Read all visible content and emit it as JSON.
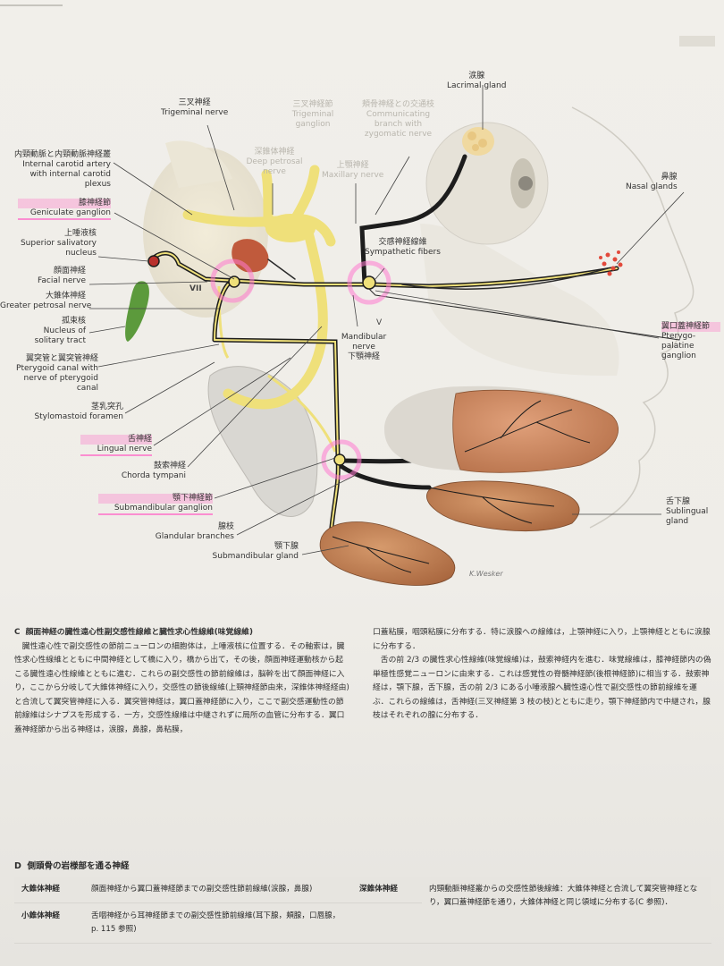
{
  "figure": {
    "labels": {
      "lacrimal_gland": {
        "jp": "涙腺",
        "en": "Lacrimal gland"
      },
      "trigeminal_nerve": {
        "jp": "三叉神経",
        "en": "Trigeminal nerve"
      },
      "trigeminal_ganglion": {
        "jp": "三叉神経節",
        "en": "Trigeminal ganglion"
      },
      "communicating_branch": {
        "jp": "頬骨神経との交通枝",
        "en": "Communicating branch with zygomatic nerve"
      },
      "internal_carotid": {
        "jp": "内頸動脈と内頸動脈神経叢",
        "en": "Internal carotid artery with internal carotid plexus"
      },
      "deep_petrosal": {
        "jp": "深錐体神経",
        "en": "Deep petrosal nerve"
      },
      "maxillary_nerve": {
        "jp": "上顎神経",
        "en": "Maxillary nerve"
      },
      "nasal_glands": {
        "jp": "鼻腺",
        "en": "Nasal glands"
      },
      "geniculate_ganglion": {
        "jp": "膝神経節",
        "en": "Geniculate ganglion"
      },
      "superior_salivatory": {
        "jp": "上唾液核",
        "en": "Superior salivatory nucleus"
      },
      "sympathetic_fibers": {
        "jp": "交感神経線維",
        "en": "Sympathetic fibers"
      },
      "facial_nerve": {
        "jp": "顔面神経",
        "en": "Facial nerve"
      },
      "greater_petrosal": {
        "jp": "大錐体神経",
        "en": "Greater petrosal nerve"
      },
      "solitary_tract": {
        "jp": "孤束核",
        "en": "Nucleus of solitary tract"
      },
      "pterygoid_canal": {
        "jp": "翼突管と翼突管神経",
        "en": "Pterygoid canal with nerve of pterygoid canal"
      },
      "mandibular_nerve": {
        "jp": "下顎神経",
        "en": "Mandibular nerve"
      },
      "pterygopalatine_ganglion": {
        "jp": "翼口蓋神経節",
        "en": "Pterygo-palatine ganglion"
      },
      "stylomastoid_foramen": {
        "jp": "茎乳突孔",
        "en": "Stylomastoid foramen"
      },
      "lingual_nerve": {
        "jp": "舌神経",
        "en": "Lingual nerve"
      },
      "chorda_tympani": {
        "jp": "鼓索神経",
        "en": "Chorda tympani"
      },
      "submandibular_ganglion": {
        "jp": "顎下神経節",
        "en": "Submandibular ganglion"
      },
      "glandular_branches": {
        "jp": "腺枝",
        "en": "Glandular branches"
      },
      "submandibular_gland": {
        "jp": "顎下腺",
        "en": "Submandibular gland"
      },
      "sublingual_gland": {
        "jp": "舌下腺",
        "en": "Sublingual gland"
      },
      "roman_vii": "VII",
      "roman_v": "V",
      "signature": "K.Wesker"
    }
  },
  "caption": {
    "label": "C",
    "title": "顔面神経の臓性遠心性副交感性線維と臓性求心性線維(味覚線維)",
    "left_para": "臓性遠心性で副交感性の節前ニューロンの細胞体は，上唾液核に位置する．その軸索は，臓性求心性線維とともに中間神経として橋に入り，橋から出て，その後，顔面神経運動核から起こる臓性遠心性線維とともに進む．これらの副交感性の節前線維は，脳幹を出て顔面神経に入り，ここから分岐して大錐体神経に入り，交感性の節後線維(上頸神経節由来，深錐体神経経由)と合流して翼突管神経に入る．翼突管神経は，翼口蓋神経節に入り，ここで副交感運動性の節前線維はシナプスを形成する．一方，交感性線維は中継されずに局所の血管に分布する．翼口蓋神経節から出る神経は，涙腺，鼻腺，鼻粘膜，",
    "right_para1": "口蓋粘膜，咽頭粘膜に分布する．特に涙腺への線維は，上顎神経に入り，上顎神経とともに涙腺に分布する．",
    "right_para2": "舌の前 2/3 の臓性求心性線維(味覚線維)は，鼓索神経内を進む．味覚線維は，膝神経節内の偽単極性感覚ニューロンに由来する．これは感覚性の脊髄神経節(後根神経節)に相当する．鼓索神経は，顎下腺，舌下腺，舌の前 2/3 にある小唾液腺へ臓性遠心性で副交感性の節前線維を運ぶ．これらの線維は，舌神経(三叉神経第 3 枝の枝)とともに走り，顎下神経節内で中継され，腺枝はそれぞれの腺に分布する．"
  },
  "table": {
    "label": "D",
    "title": "側頭骨の岩様部を通る神経",
    "rows": [
      {
        "term": "大錐体神経",
        "desc": "顔面神経から翼口蓋神経節までの副交感性節前線維(涙腺，鼻腺)",
        "term2": "深錐体神経",
        "desc2": "内頸動脈神経叢からの交感性節後線維：大錐体神経と合流して翼突管神経となり，翼口蓋神経節を通り，大錐体神経と同じ領域に分布する(C 参照)．"
      },
      {
        "term": "小錐体神経",
        "desc": "舌咽神経から耳神経節までの副交感性節前線維(耳下腺，頬腺，口唇腺，p. 115 参照)",
        "term2": "",
        "desc2": ""
      }
    ]
  },
  "colors": {
    "nerve_black": "#1d1d1d",
    "nerve_yellow": "#efe07a",
    "highlight_pink": "#ff7ad0",
    "gland_brown": "#c98c63",
    "nucleus_green": "#5c9a3c"
  }
}
